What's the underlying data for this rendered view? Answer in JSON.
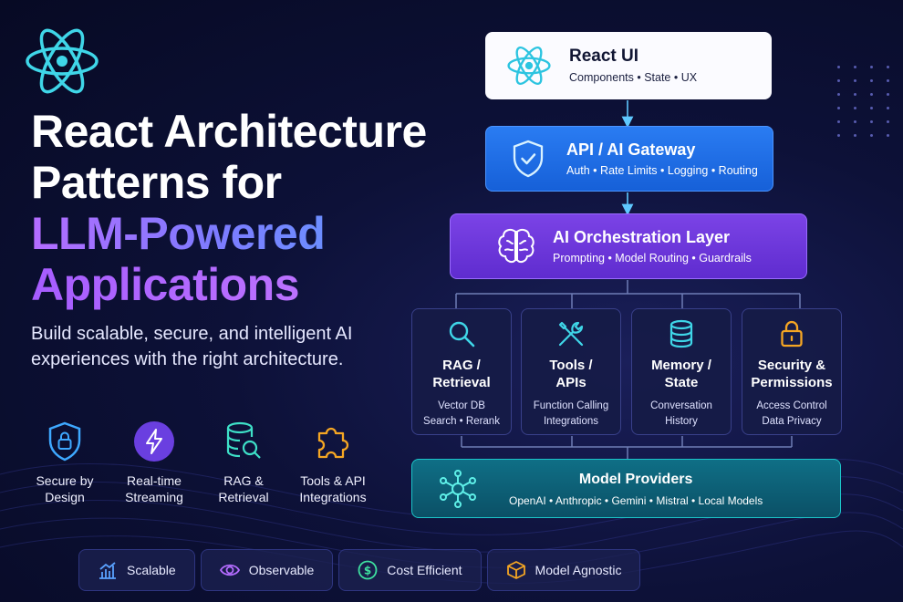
{
  "title": {
    "line1": "React Architecture",
    "line2": "Patterns for",
    "line3": "LLM-Powered",
    "line4": "Applications"
  },
  "subtitle": "Build scalable, secure, and intelligent AI experiences with the right architecture.",
  "features": [
    {
      "icon": "shield-lock-icon",
      "label": "Secure by Design"
    },
    {
      "icon": "lightning-icon",
      "label": "Real-time Streaming"
    },
    {
      "icon": "database-search-icon",
      "label": "RAG & Retrieval"
    },
    {
      "icon": "puzzle-icon",
      "label": "Tools & API Integrations"
    }
  ],
  "badges": [
    {
      "icon": "chart-icon",
      "label": "Scalable"
    },
    {
      "icon": "eye-icon",
      "label": "Observable"
    },
    {
      "icon": "dollar-icon",
      "label": "Cost Efficient"
    },
    {
      "icon": "cube-icon",
      "label": "Model Agnostic"
    }
  ],
  "diagram": {
    "react_ui": {
      "title": "React UI",
      "sub": "Components • State • UX",
      "icon": "react-icon"
    },
    "gateway": {
      "title": "API / AI Gateway",
      "sub": "Auth • Rate Limits • Logging • Routing",
      "icon": "shield-check-icon"
    },
    "orchestration": {
      "title": "AI Orchestration Layer",
      "sub": "Prompting • Model Routing • Guardrails",
      "icon": "brain-icon"
    },
    "modules": [
      {
        "title_l1": "RAG /",
        "title_l2": "Retrieval",
        "sub_l1": "Vector DB",
        "sub_l2": "Search • Rerank",
        "icon": "search-icon"
      },
      {
        "title_l1": "Tools /",
        "title_l2": "APIs",
        "sub_l1": "Function Calling",
        "sub_l2": "Integrations",
        "icon": "tools-icon"
      },
      {
        "title_l1": "Memory /",
        "title_l2": "State",
        "sub_l1": "Conversation",
        "sub_l2": "History",
        "icon": "database-icon"
      },
      {
        "title_l1": "Security &",
        "title_l2": "Permissions",
        "sub_l1": "Access Control",
        "sub_l2": "Data Privacy",
        "icon": "lock-icon"
      }
    ],
    "providers": {
      "title": "Model Providers",
      "sub": "OpenAI • Anthropic • Gemini • Mistral • Local Models",
      "icon": "network-icon"
    }
  },
  "colors": {
    "background": "#0d1138",
    "gateway": "#1f6fe6",
    "orchestration": "#6d36dc",
    "providers": "#0d5f75",
    "accent_cyan": "#3fd6e8",
    "accent_orange": "#f5a623",
    "accent_purple": "#b46cff"
  }
}
